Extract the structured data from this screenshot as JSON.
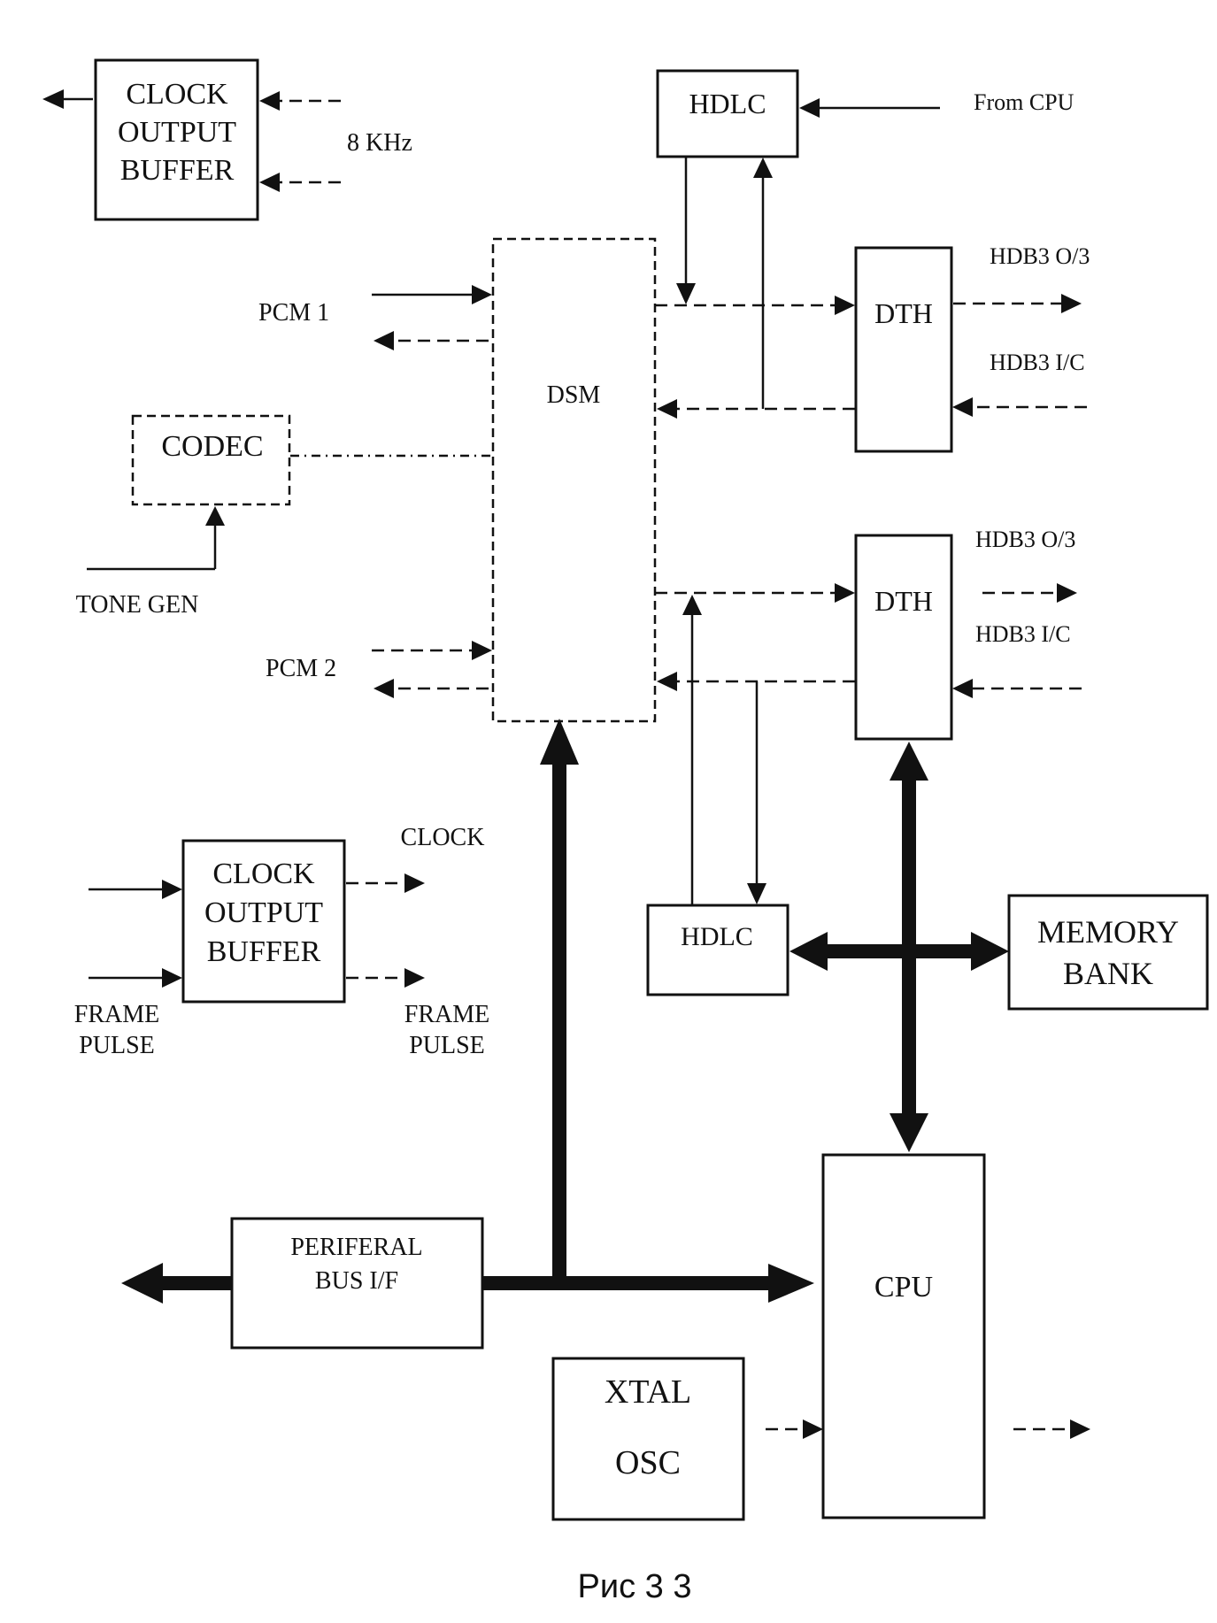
{
  "figure": {
    "caption": "Рис 3 3"
  },
  "blocks": {
    "clock_buffer_top": [
      "CLOCK",
      "OUTPUT",
      "BUFFER"
    ],
    "hdlc_top": "HDLC",
    "dsm": "DSM",
    "dth_top": "DTH",
    "codec": "CODEC",
    "dth_bottom": "DTH",
    "clock_buffer_bottom": [
      "CLOCK",
      "OUTPUT",
      "BUFFER"
    ],
    "hdlc_bottom": "HDLC",
    "memory_bank": [
      "MEMORY",
      "BANK"
    ],
    "peripheral_bus": [
      "PERIFERAL",
      "BUS I/F"
    ],
    "cpu": "CPU",
    "xtal_osc": [
      "XTAL",
      "OSC"
    ]
  },
  "signals": {
    "khz8": "8 KHz",
    "from_cpu": "From CPU",
    "pcm1": "PCM 1",
    "pcm2": "PCM 2",
    "tone_gen": "TONE GEN",
    "hdb3_out_top": "HDB3 O/3",
    "hdb3_in_top": "HDB3 I/C",
    "hdb3_out_bottom": "HDB3 O/3",
    "hdb3_in_bottom": "HDB3 I/C",
    "clock_out": "CLOCK",
    "frame_pulse_in": [
      "FRAME",
      "PULSE"
    ],
    "frame_pulse_out": [
      "FRAME",
      "PULSE"
    ]
  }
}
